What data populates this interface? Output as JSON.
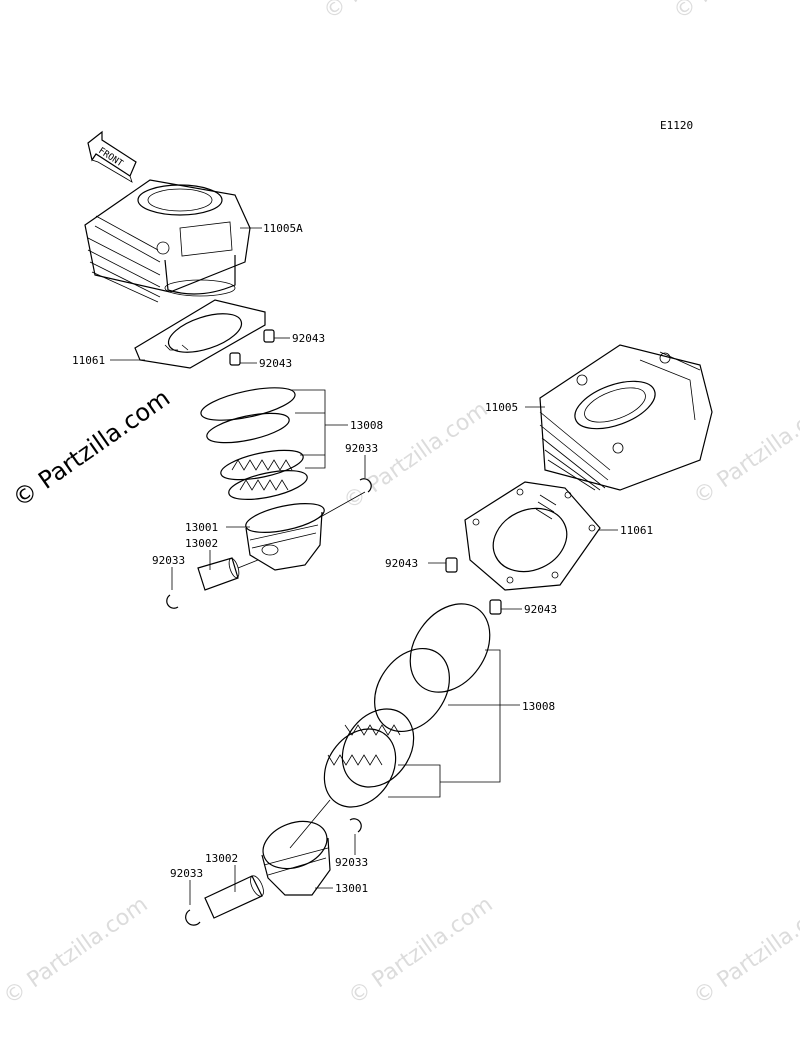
{
  "diagram_code": "E1120",
  "front_arrow_label": "FRONT",
  "copyright": "© Partzilla.com",
  "watermark_text": "© Partzilla.com",
  "callouts": {
    "upper_cylinder": "11005A",
    "upper_gasket": "11061",
    "upper_dowel_right": "92043",
    "upper_dowel_left": "92043",
    "upper_rings": "13008",
    "upper_clip_right": "92033",
    "upper_piston": "13001",
    "upper_pin": "13002",
    "upper_clip_left": "92033",
    "lower_cylinder": "11005",
    "lower_gasket": "11061",
    "lower_dowel_left": "92043",
    "lower_dowel_right": "92043",
    "lower_rings": "13008",
    "lower_clip_right": "92033",
    "lower_pin": "13002",
    "lower_piston": "13001",
    "lower_clip_left": "92033"
  }
}
